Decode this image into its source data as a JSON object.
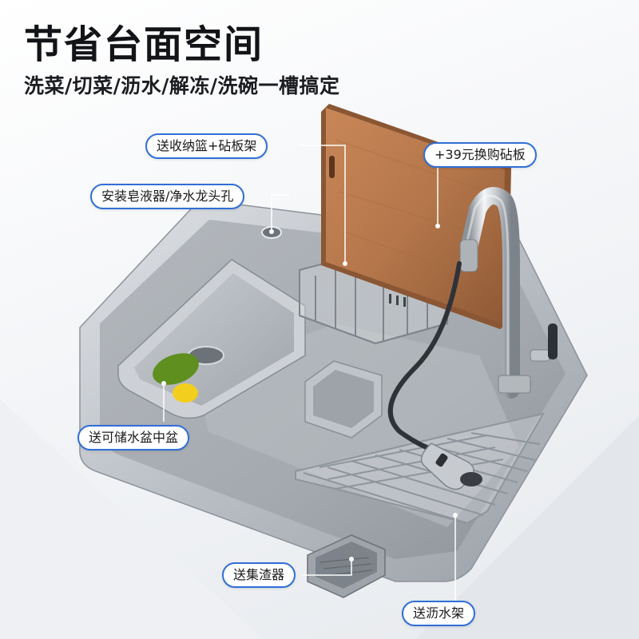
{
  "headline": "节省台面空间",
  "subline": "洗菜/切菜/沥水/解冻/洗碗一槽搞定",
  "callouts": {
    "basket_rack": "送收纳篮+砧板架",
    "cutting_board": "+39元换购砧板",
    "soap_faucet_hole": "安装皂液器/净水龙头孔",
    "storage_basin": "送可储水盆中盆",
    "waste_collector": "送集渣器",
    "drying_rack": "送沥水架"
  },
  "colors": {
    "accent": "#2f6fd8",
    "wood": "#b4764a",
    "steel": "#c4c8cd"
  }
}
